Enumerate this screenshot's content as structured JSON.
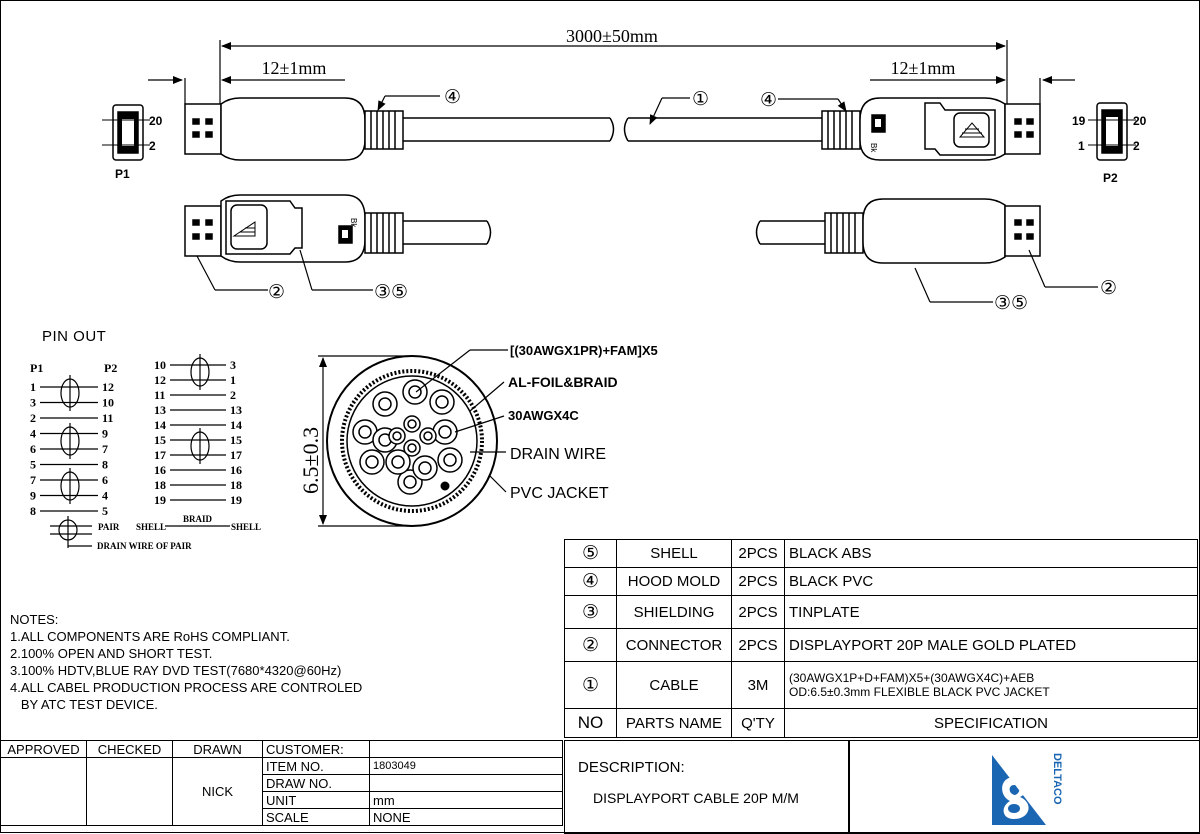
{
  "dimensions": {
    "overall": "3000±50mm",
    "end_left": "12±1mm",
    "end_right": "12±1mm",
    "jacket_diameter": "6.5±0.3"
  },
  "callouts": {
    "c1": "①",
    "c2": "②",
    "c3": "③",
    "c4": "④",
    "c5": "⑤",
    "c35": "③⑤"
  },
  "plugs": {
    "p1": "P1",
    "p2": "P2",
    "p1_pin_top": "20",
    "p1_pin_bottom": "2",
    "p2_pin_top_left": "19",
    "p2_pin_top_right": "20",
    "p2_pin_bottom_left": "1",
    "p2_pin_bottom_right": "2",
    "brand_mark": "Bk"
  },
  "cross_section": {
    "labels": [
      "[(30AWGX1PR)+FAM]X5",
      "AL-FOIL&BRAID",
      "30AWGX4C",
      "DRAIN WIRE",
      "PVC JACKET"
    ]
  },
  "pinout": {
    "title": "PIN OUT",
    "left_header_p1": "P1",
    "left_header_p2": "P2",
    "left_rows": [
      [
        "1",
        "12"
      ],
      [
        "3",
        "10"
      ],
      [
        "2",
        "11"
      ],
      [
        "4",
        "9"
      ],
      [
        "6",
        "7"
      ],
      [
        "5",
        "8"
      ],
      [
        "7",
        "6"
      ],
      [
        "9",
        "4"
      ],
      [
        "8",
        "5"
      ]
    ],
    "right_rows": [
      [
        "10",
        "3"
      ],
      [
        "12",
        "1"
      ],
      [
        "11",
        "2"
      ],
      [
        "13",
        "13"
      ],
      [
        "14",
        "14"
      ],
      [
        "15",
        "15"
      ],
      [
        "17",
        "17"
      ],
      [
        "16",
        "16"
      ],
      [
        "18",
        "18"
      ],
      [
        "19",
        "19"
      ]
    ],
    "legend_pair": "PAIR",
    "legend_shell_left": "SHELL",
    "legend_braid": "BRAID",
    "legend_shell_right": "SHELL",
    "legend_drain": "DRAIN WIRE OF PAIR"
  },
  "notes": {
    "title": "NOTES:",
    "lines": [
      "1.ALL COMPONENTS ARE RoHS COMPLIANT.",
      "2.100% OPEN AND SHORT TEST.",
      "3.100% HDTV,BLUE RAY DVD TEST(7680*4320@60Hz)",
      "4.ALL CABEL PRODUCTION PROCESS ARE CONTROLED",
      "   BY ATC TEST DEVICE."
    ]
  },
  "parts_table": {
    "rows": [
      {
        "no": "⑤",
        "part": "SHELL",
        "qty": "2PCS",
        "spec": "BLACK ABS"
      },
      {
        "no": "④",
        "part": "HOOD MOLD",
        "qty": "2PCS",
        "spec": "BLACK PVC"
      },
      {
        "no": "③",
        "part": "SHIELDING",
        "qty": "2PCS",
        "spec": "TINPLATE"
      },
      {
        "no": "②",
        "part": "CONNECTOR",
        "qty": "2PCS",
        "spec": "DISPLAYPORT 20P MALE GOLD PLATED"
      },
      {
        "no": "①",
        "part": "CABLE",
        "qty": "3M",
        "spec": "(30AWGX1P+D+FAM)X5+(30AWGX4C)+AEB",
        "spec2": "OD:6.5±0.3mm  FLEXIBLE BLACK PVC JACKET"
      }
    ],
    "header": {
      "no": "NO",
      "part": "PARTS NAME",
      "qty": "Q'TY",
      "spec": "SPECIFICATION"
    }
  },
  "title_block": {
    "approved": "APPROVED",
    "checked": "CHECKED",
    "drawn": "DRAWN",
    "drawn_by": "NICK",
    "customer_label": "CUSTOMER:",
    "customer_value": "",
    "item_label": "ITEM NO.",
    "item_value": "1803049",
    "drawno_label": "DRAW NO.",
    "drawno_value": "",
    "unit_label": "UNIT",
    "unit_value": "mm",
    "scale_label": "SCALE",
    "scale_value": "NONE",
    "description_label": "DESCRIPTION:",
    "description_value": "DISPLAYPORT CABLE 20P M/M",
    "logo_text": "DELTACO"
  }
}
